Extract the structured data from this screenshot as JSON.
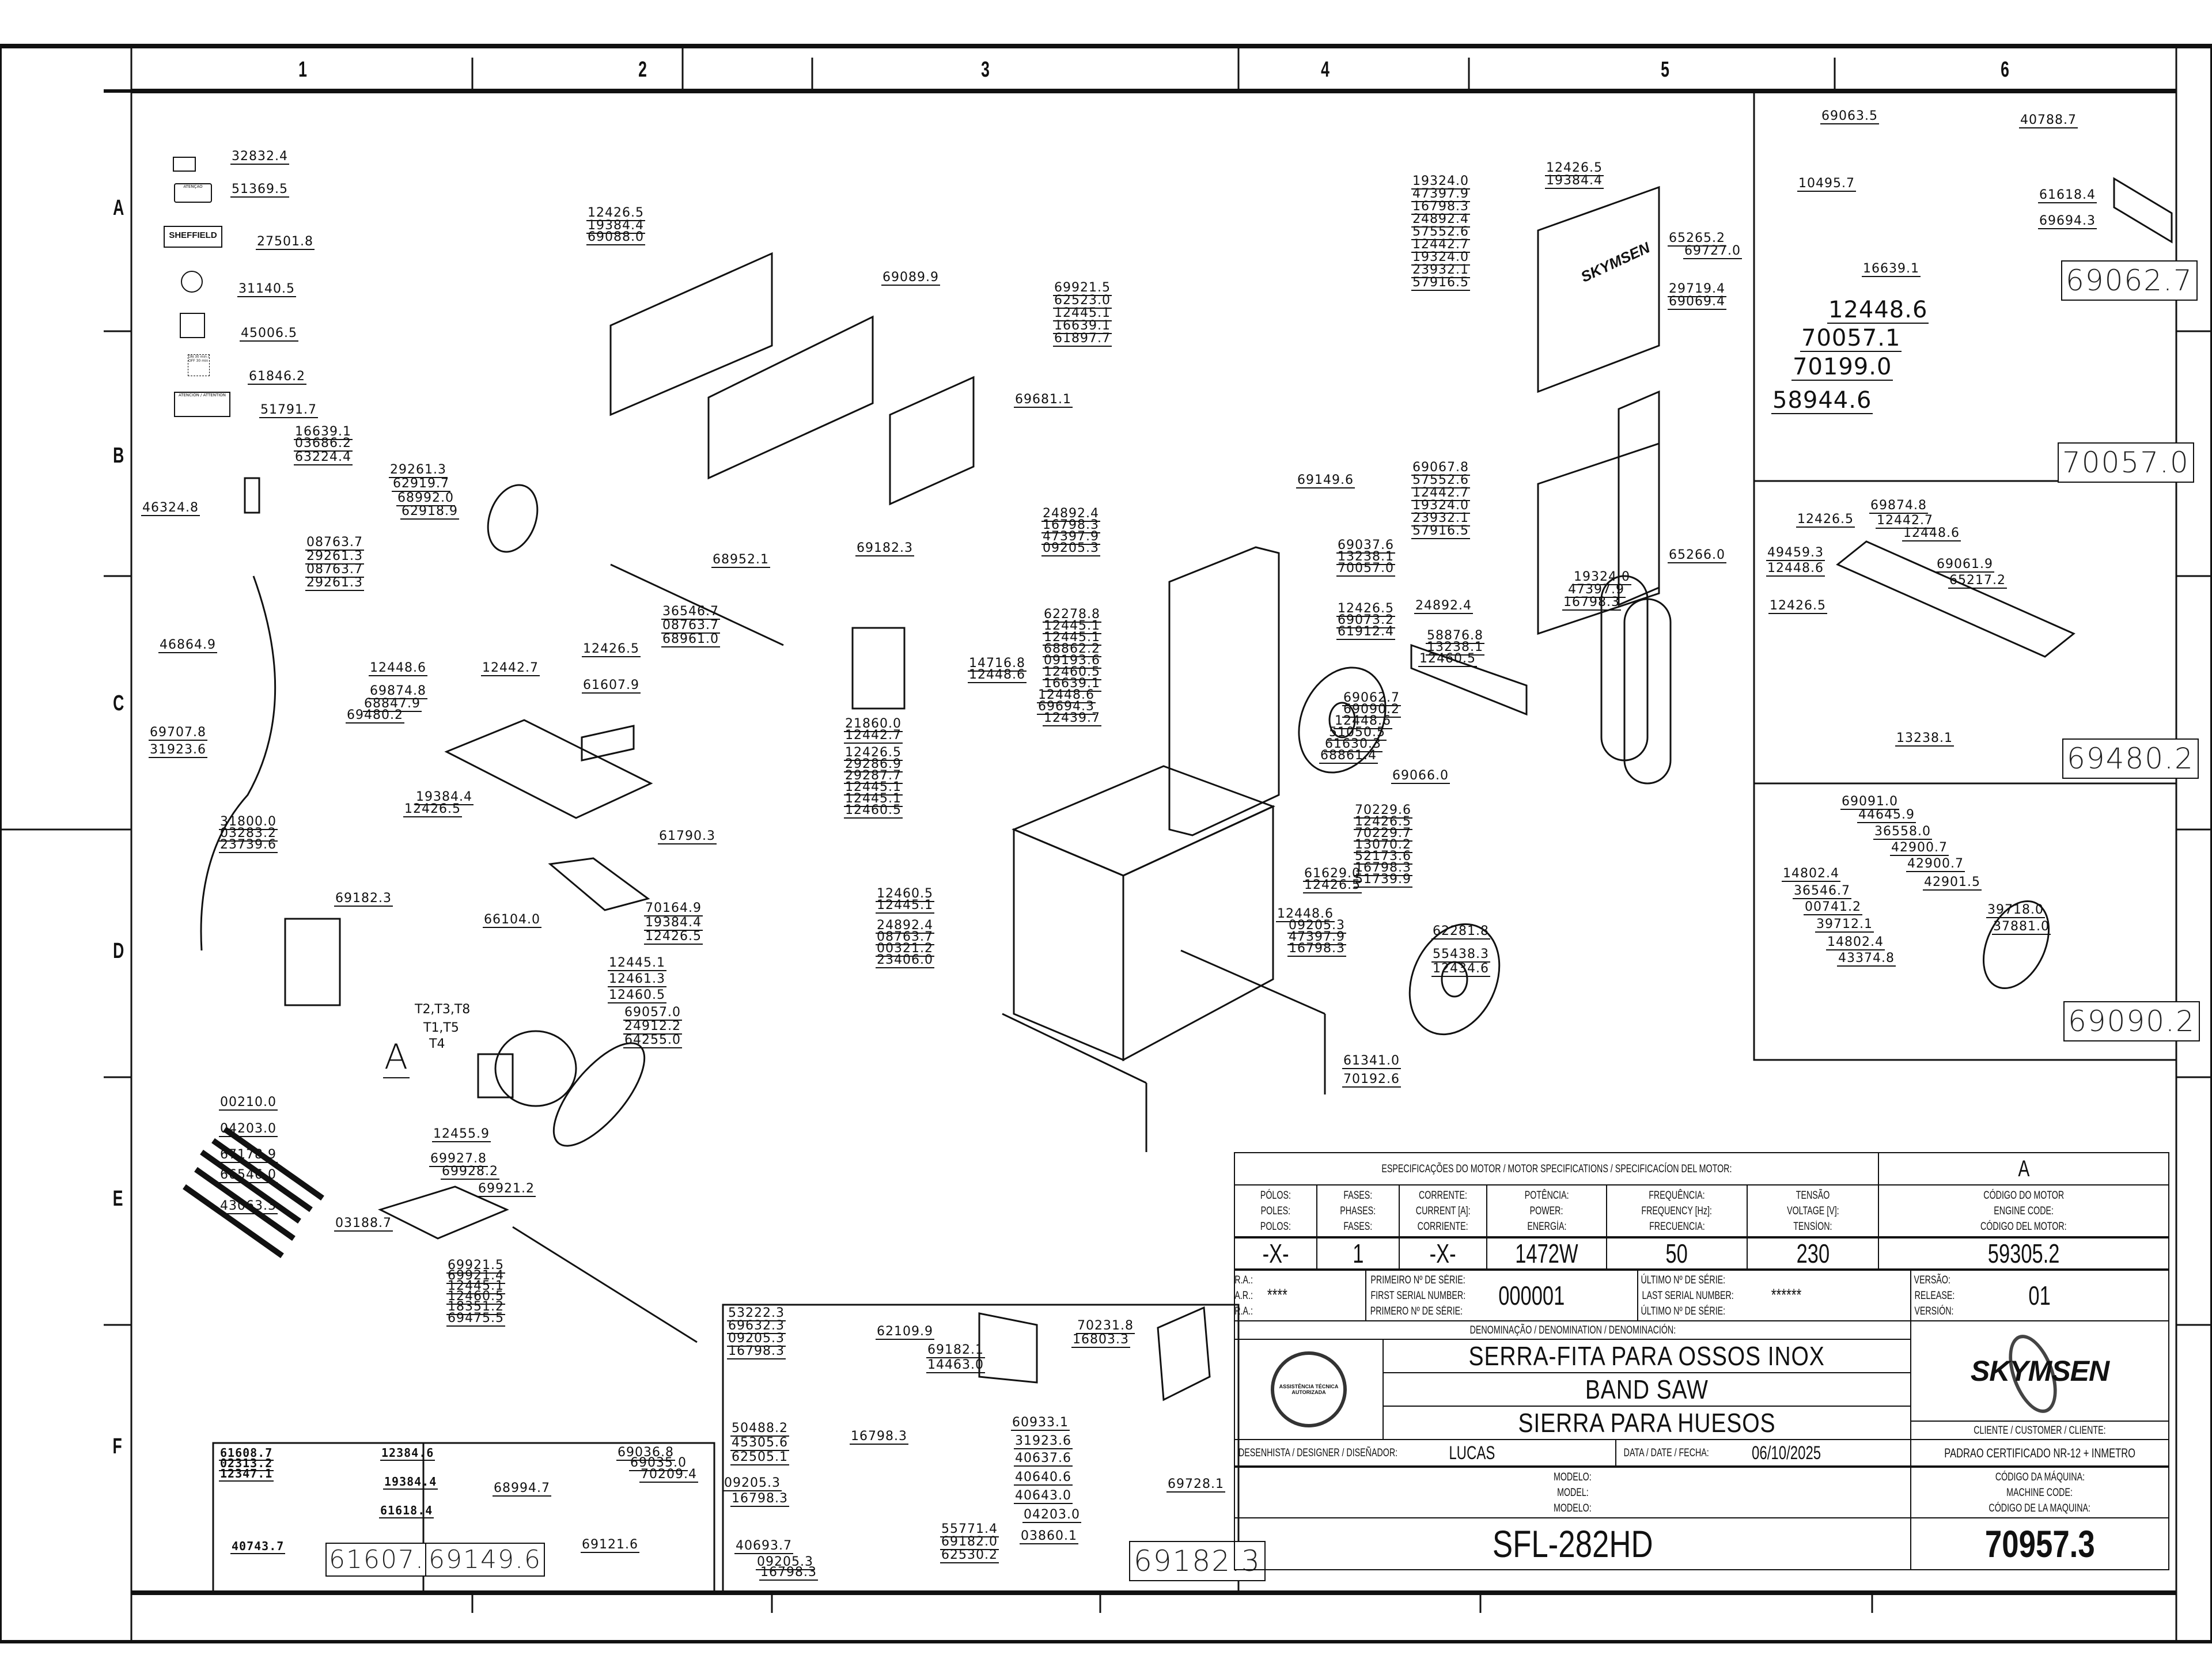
{
  "sheet": {
    "columns": [
      "1",
      "2",
      "3",
      "4",
      "5",
      "6"
    ],
    "rows": [
      "A",
      "B",
      "C",
      "D",
      "E",
      "F"
    ]
  },
  "labels_stickers": [
    "32832.4",
    "51369.5",
    "27501.8",
    "31140.5",
    "45006.5",
    "61846.2",
    "51791.7"
  ],
  "sticker_texts": {
    "sheffield": "SHEFFIELD",
    "on_off": "ON 30 min / OFF 30 min",
    "attention": "ATENCIÓN / ATTENTION",
    "atencao": "ATENÇÃO"
  },
  "left_column": {
    "plug": "46324.8",
    "cable": "46864.9",
    "pins": [
      "69707.8",
      "31923.6"
    ],
    "gland": [
      "31800.0",
      "03283.2",
      "23739.6"
    ],
    "terminals": [
      "00210.0",
      "04203.0",
      "67178.9",
      "66546.0",
      "43063.3"
    ]
  },
  "upper_wheel_group": [
    "16639.1",
    "03686.2",
    "63224.4",
    "29261.3",
    "62919.7",
    "68992.0",
    "62918.9",
    "08763.7",
    "29261.3",
    "08763.7",
    "29261.3",
    "68952.1",
    "36546.7",
    "08763.7",
    "68961.0"
  ],
  "panel_group": [
    "12426.5",
    "19384.4",
    "69088.0",
    "69089.9",
    "69681.1"
  ],
  "table_group": [
    "12448.6",
    "12442.7",
    "12426.5",
    "69874.8",
    "68847.9",
    "69480.2",
    "61607.9",
    "19384.4",
    "12426.5",
    "61790.3"
  ],
  "motor_group": {
    "labels": [
      "69182.3",
      "66104.0",
      "70164.9",
      "19384.4",
      "12426.5",
      "12445.1",
      "12461.3",
      "12460.5",
      "69057.0",
      "24912.2",
      "64255.0",
      "12455.9"
    ],
    "wire_tags": [
      "T2,T3,T8",
      "T1,T5",
      "T4"
    ],
    "motor_callout": "A"
  },
  "lower_support_group": [
    "69927.8",
    "69928.2",
    "69921.2",
    "03188.7",
    "69921.5",
    "69921.4",
    "12445.1",
    "12460.5",
    "18351.2",
    "69475.5"
  ],
  "guide_group": [
    "69921.5",
    "62523.0",
    "12445.1",
    "16639.1",
    "61897.7",
    "69149.6"
  ],
  "center_group": {
    "box_left": [
      "69182.3",
      "24892.4",
      "16798.3",
      "47397.9",
      "09205.3"
    ],
    "rail": [
      "14716.8",
      "12448.6",
      "21860.0",
      "12442.7",
      "12426.5",
      "29286.9",
      "29287.7",
      "12445.1",
      "12445.1",
      "12460.5"
    ],
    "frame": [
      "62278.8",
      "12445.1",
      "12445.1",
      "68862.2",
      "09193.6",
      "12460.5",
      "16639.1",
      "12448.6",
      "69694.3",
      "12439.7"
    ],
    "base": [
      "12460.5",
      "12445.1",
      "24892.4",
      "08763.7",
      "00321.2",
      "23406.0"
    ],
    "column_right": [
      "69037.6",
      "13238.1",
      "70057.0",
      "12426.5",
      "69073.2",
      "61912.4",
      "69062.7",
      "69090.2",
      "12448.6",
      "51050.5",
      "61630.3",
      "68861.4"
    ],
    "lower_right": [
      "70229.6",
      "12426.5",
      "70229.7",
      "13070.2",
      "61629.0",
      "12426.5",
      "52173.6",
      "16798.3",
      "51739.9",
      "12448.6",
      "09205.3",
      "47397.9",
      "16798.3",
      "62281.8",
      "55438.3",
      "12434.6",
      "61341.0",
      "70192.6",
      "69066.0"
    ],
    "fence": [
      "58876.8",
      "13238.1",
      "12460.5"
    ]
  },
  "housing_group": {
    "top": [
      "12426.5",
      "19384.4",
      "65265.2",
      "69727.0",
      "29719.4",
      "69069.4"
    ],
    "left_upper": [
      "19324.0",
      "47397.9",
      "16798.3",
      "24892.4",
      "57552.6",
      "12442.7",
      "19324.0",
      "23932.1",
      "57916.5"
    ],
    "left_lower": [
      "69067.8",
      "57552.6",
      "12442.7",
      "19324.0",
      "23932.1",
      "57916.5",
      "24892.4"
    ],
    "right_lower": [
      "65266.0",
      "19324.0",
      "47397.9",
      "16798.3"
    ],
    "logo": "SKYMSEN"
  },
  "details": [
    {
      "code": "69062.7",
      "labels": [
        "69063.5",
        "40788.7",
        "10495.7",
        "61618.4",
        "69694.3",
        "16639.1"
      ]
    },
    {
      "code": "70057.0",
      "labels": [
        "12448.6",
        "70057.1",
        "70199.0",
        "58944.6"
      ]
    },
    {
      "code": "69480.2",
      "labels": [
        "12426.5",
        "69874.8",
        "12442.7",
        "12448.6",
        "49459.3",
        "12448.6",
        "12426.5",
        "69061.9",
        "65217.2",
        "13238.1"
      ]
    },
    {
      "code": "69090.2",
      "labels": [
        "69091.0",
        "44645.9",
        "36558.0",
        "42900.7",
        "42900.7",
        "42901.5",
        "14802.4",
        "36546.7",
        "00741.2",
        "39712.1",
        "14802.4",
        "43374.8",
        "39718.0",
        "37881.0"
      ]
    },
    {
      "code": "61607.9",
      "labels": [
        "61608.7",
        "02313.2",
        "12347.1",
        "12384.6",
        "19384.4",
        "61618.4",
        "40743.7"
      ]
    },
    {
      "code": "69149.6",
      "labels": [
        "69036.8",
        "69035.0",
        "70209.4",
        "68994.7",
        "69121.6"
      ]
    },
    {
      "code": "69182.3",
      "labels": [
        "53222.3",
        "69632.3",
        "09205.3",
        "16798.3",
        "62109.9",
        "69182.1",
        "14463.0",
        "70231.8",
        "16803.3",
        "50488.2",
        "16798.3",
        "45305.6",
        "62505.1",
        "09205.3",
        "16798.3",
        "40693.7",
        "09205.3",
        "16798.3",
        "60933.1",
        "31923.6",
        "40637.6",
        "40640.6",
        "40643.0",
        "04203.0",
        "03860.1",
        "55771.4",
        "69182.0",
        "62530.2",
        "69728.1"
      ]
    }
  ],
  "title_block": {
    "motor_spec_header": "ESPECIFICAÇÕES DO MOTOR / MOTOR SPECIFICATIONS / SPECIFICACÍON DEL MOTOR:",
    "motor_ref": "A",
    "columns": [
      {
        "label": [
          "PÓLOS:",
          "POLES:",
          "POLOS:"
        ],
        "value": "-X-"
      },
      {
        "label": [
          "FASES:",
          "PHASES:",
          "FASES:"
        ],
        "value": "1"
      },
      {
        "label": [
          "CORRENTE:",
          "CURRENT [A]:",
          "CORRIENTE:"
        ],
        "value": "-X-"
      },
      {
        "label": [
          "POTÊNCIA:",
          "POWER:",
          "ENERGÍA:"
        ],
        "value": "1472W"
      },
      {
        "label": [
          "FREQUÊNCIA:",
          "FREQUENCY [Hz]:",
          "FRECUENCIA:"
        ],
        "value": "50"
      },
      {
        "label": [
          "TENSÃO",
          "VOLTAGE [V]:",
          "TENSÍON:"
        ],
        "value": "230"
      },
      {
        "label": [
          "CÓDIGO DO MOTOR",
          "ENGINE CODE:",
          "CÓDIGO DEL MOTOR:"
        ],
        "value": "59305.2"
      }
    ],
    "ra": {
      "label": [
        "R.A.:",
        "A.R.:",
        "R.A.:"
      ],
      "value": "****"
    },
    "first_serial": {
      "label": [
        "PRIMEIRO Nº DE SÉRIE:",
        "FIRST SERIAL NUMBER:",
        "PRIMERO Nº DE SÉRIE:"
      ],
      "value": "000001"
    },
    "last_serial": {
      "label": [
        "ÚLTIMO Nº DE SÉRIE:",
        "LAST SERIAL NUMBER:",
        "ÚLTIMO Nº DE SÉRIE:"
      ],
      "value": "******"
    },
    "version": {
      "label": [
        "VERSÃO:",
        "RELEASE:",
        "VERSIÓN:"
      ],
      "value": "01"
    },
    "denomination_header": "DENOMINAÇÃO / DENOMINATION / DENOMINACIÓN:",
    "names": [
      "SERRA-FITA PARA OSSOS INOX",
      "BAND SAW",
      "SIERRA PARA HUESOS"
    ],
    "seal_text": "ASSISTÊNCIA TÉCNICA AUTORIZADA",
    "brand": "SKYMSEN",
    "customer_label": "CLIENTE / CUSTOMER / CLIENTE:",
    "customer_value": "PADRAO CERTIFICADO NR-12 + INMETRO",
    "designer_label": "DESENHISTA / DESIGNER / DISEÑADOR:",
    "designer": "LUCAS",
    "date_label": "DATA / DATE / FECHA:",
    "date": "06/10/2025",
    "model_label": [
      "MODELO:",
      "MODEL:",
      "MODELO:"
    ],
    "model": "SFL-282HD",
    "machine_code_label": [
      "CÓDIGO DA MÁQUINA:",
      "MACHINE CODE:",
      "CÓDIGO DE LA MAQUINA:"
    ],
    "machine_code": "70957.3"
  }
}
